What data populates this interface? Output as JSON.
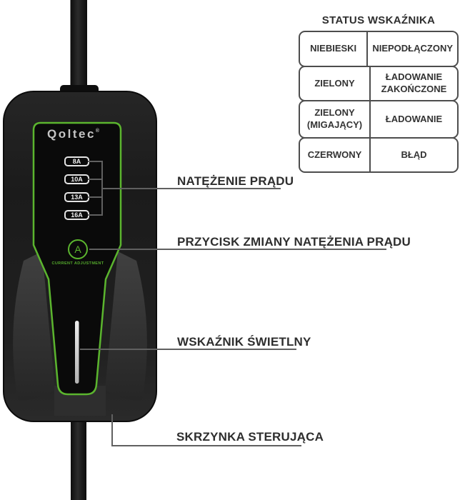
{
  "status_table": {
    "title": "STATUS WSKAŹNIKA",
    "rows": [
      {
        "indicator": "NIEBIESKI",
        "meaning": "NIEPODŁĄCZONY"
      },
      {
        "indicator": "ZIELONY",
        "meaning": "ŁADOWANIE ZAKOŃCZONE"
      },
      {
        "indicator": "ZIELONY (MIGAJĄCY)",
        "meaning": "ŁADOWANIE"
      },
      {
        "indicator": "CZERWONY",
        "meaning": "BŁĄD"
      }
    ]
  },
  "device": {
    "brand": "Qoltec",
    "brand_mark": "®",
    "current_levels": [
      "8A",
      "10A",
      "13A",
      "16A"
    ],
    "adjust_button_letter": "A",
    "adjust_button_caption": "CURRENT ADJUSTMENT"
  },
  "annotations": {
    "current_levels": "NATĘŻENIE PRĄDU",
    "adjust_button": "PRZYCISK ZMIANY NATĘŻENIA PRĄDU",
    "light_indicator": "WSKAŹNIK ŚWIETLNY",
    "control_box": "SKRZYNKA STERUJĄCA"
  },
  "colors": {
    "accent_green": "#5bb52e",
    "annotation_line": "#606060",
    "label_text": "#2e2e2e",
    "table_border": "#4d4d4d"
  }
}
